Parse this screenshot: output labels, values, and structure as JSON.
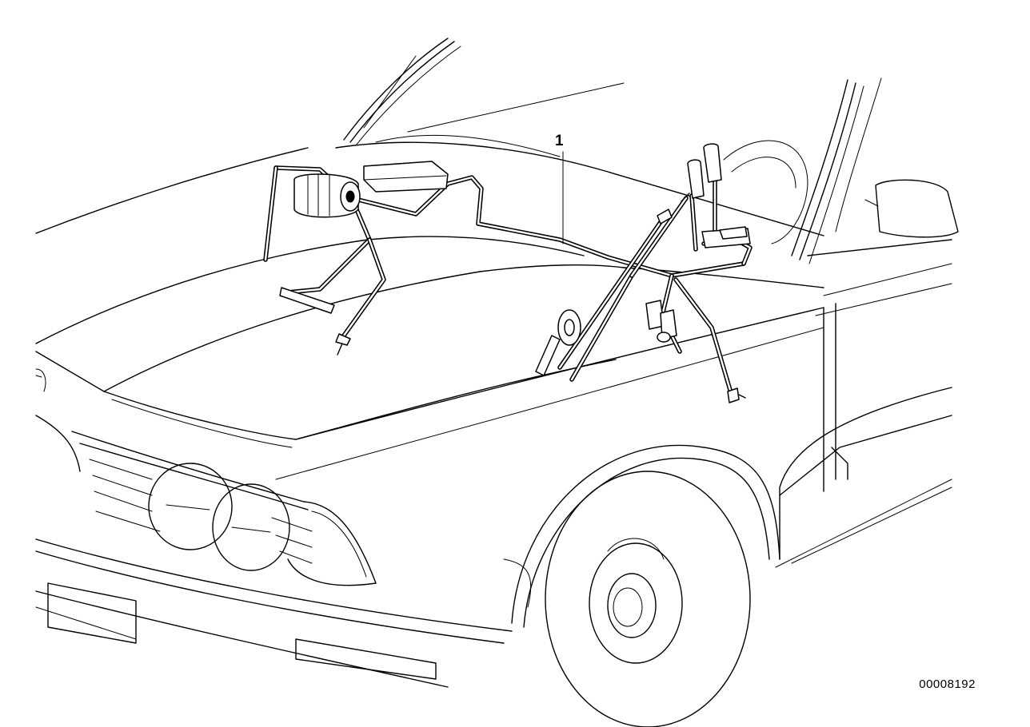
{
  "diagram": {
    "callouts": [
      {
        "label": "1",
        "part": "wiring-harness"
      }
    ],
    "document_number": "00008192"
  }
}
